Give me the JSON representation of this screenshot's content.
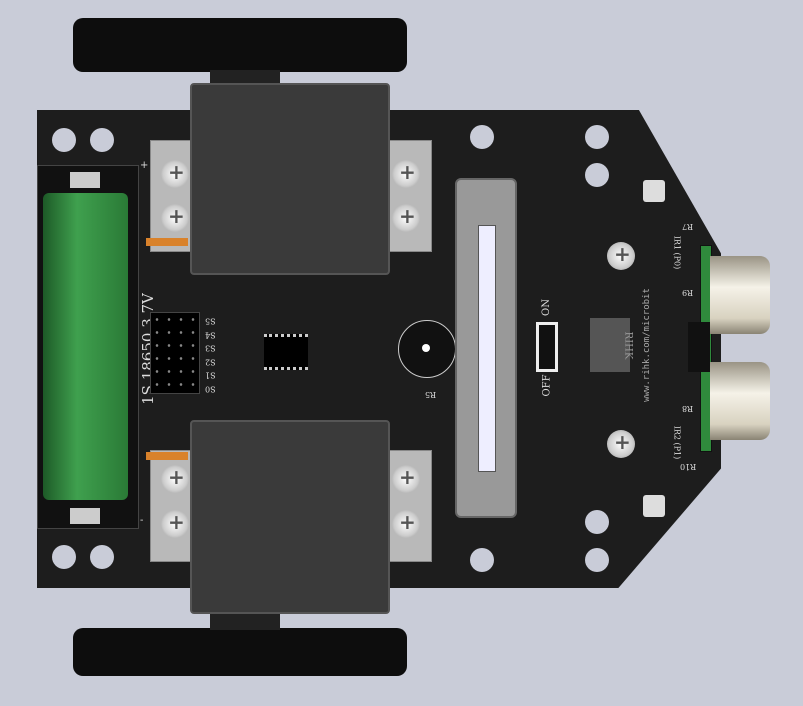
{
  "battery": {
    "label": "1S 18650 3.7V",
    "plus": "+",
    "minus": "-"
  },
  "header_labels": [
    "S5",
    "S4",
    "S3",
    "S2",
    "S1",
    "S0"
  ],
  "switch": {
    "on": "ON",
    "off": "OFF"
  },
  "resistors": {
    "r5": "R5",
    "r7": "R7",
    "r8": "R8",
    "r9": "R9",
    "r10": "R10"
  },
  "ir": {
    "ir1": "IR1 (P0)",
    "ir2": "IR2 (P1)"
  },
  "website": "www.rihk.com/microbit",
  "logo": "RIHK",
  "colors": {
    "board": "#1d1d1d",
    "battery": "#2f8a3c",
    "background": "#c9ccd8"
  }
}
